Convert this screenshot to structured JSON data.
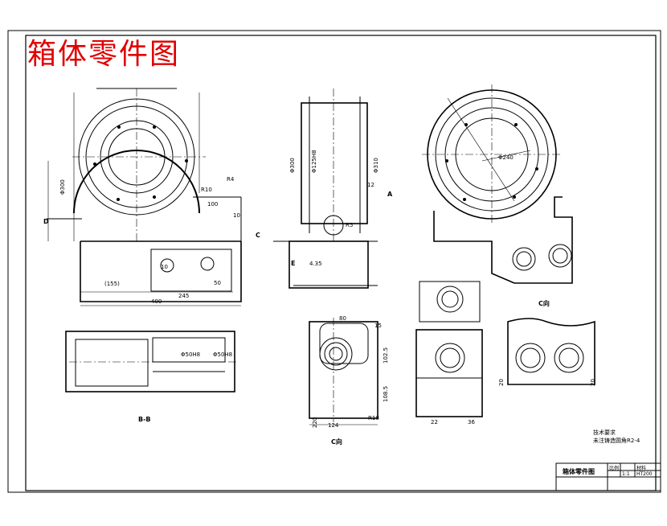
{
  "heading": "箱体零件图",
  "colors": {
    "heading": "#e00000",
    "lines": "#000000"
  },
  "view_labels": {
    "section_bb": "B-B",
    "view_c": "C向",
    "view_c2": "C向"
  },
  "notes": {
    "tech_req": "技术要求",
    "casting_note": "未注铸造圆角R2-4"
  },
  "title_block": {
    "name": "箱体零件图",
    "scale_label": "比例",
    "scale": "1:1",
    "material_label": "材料",
    "material": "HT200"
  },
  "dims": {
    "d300": "Φ300",
    "d125h8": "Φ125H8",
    "d310": "Φ310",
    "d240": "Φ240",
    "d50h8a": "Φ50H8",
    "d50h8b": "Φ50H8",
    "r4": "R4",
    "r10": "R10",
    "r10b": "R10",
    "r5": "R5",
    "n155": "(155)",
    "n245": "245",
    "n400": "400",
    "n100": "100",
    "n10a": "10",
    "n10b": "10",
    "n50": "50",
    "n124": "124",
    "n22": "22",
    "n36": "36",
    "n1025": "102.5",
    "n1085": "108.5",
    "n220": "220",
    "n80": "80",
    "n12": "12",
    "n15": "15",
    "n20a": "20",
    "n20b": "20",
    "n435": "4.35",
    "labelD": "D",
    "labelC": "C",
    "labelE": "E",
    "labelA": "A"
  }
}
